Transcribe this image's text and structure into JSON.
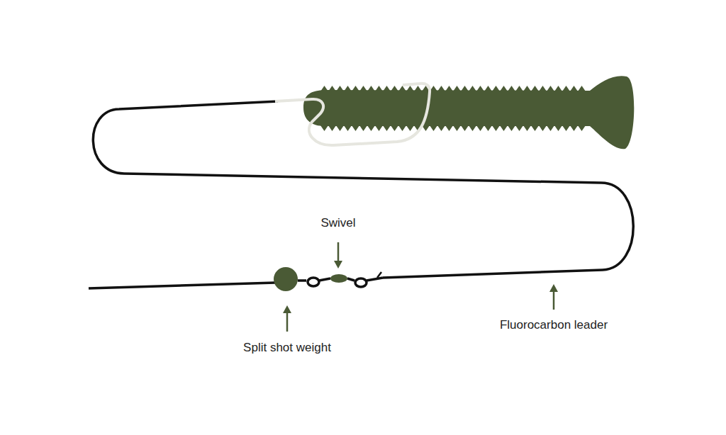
{
  "diagram": {
    "labels": [
      "Swivel",
      "Split shot weight",
      "Fluorocarbon leader"
    ]
  }
}
